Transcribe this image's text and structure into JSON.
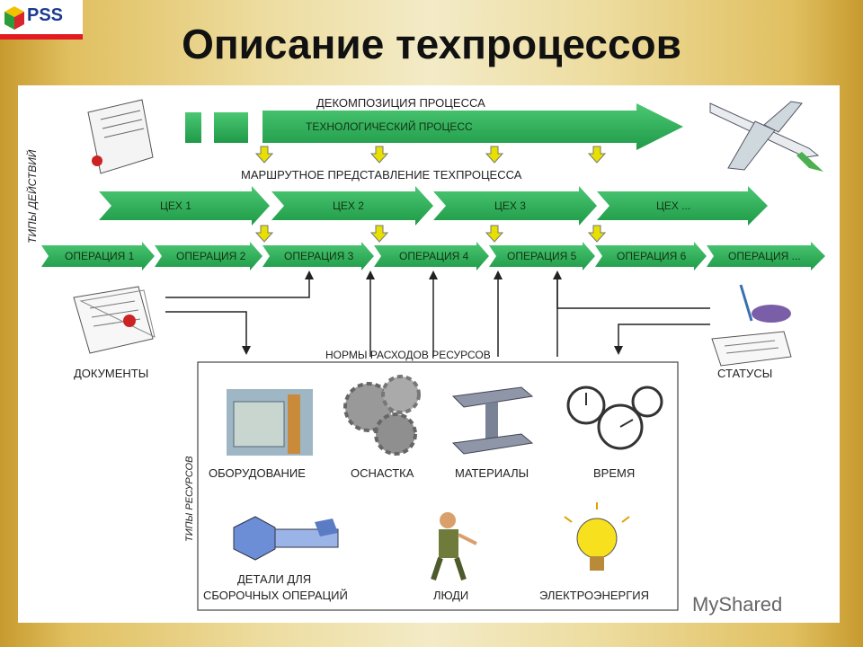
{
  "header": {
    "logo_text": "PSS",
    "title": "Описание техпроцессов"
  },
  "diagram": {
    "decomposition_label": "ДЕКОМПОЗИЦИЯ ПРОЦЕССА",
    "tech_process": "ТЕХНОЛОГИЧЕСКИЙ ПРОЦЕСС",
    "route_label": "МАРШРУТНОЕ ПРЕДСТАВЛЕНИЕ ТЕХПРОЦЕССА",
    "action_types_label": "ТИПЫ ДЕЙСТВИЙ",
    "workshops": [
      "ЦЕХ 1",
      "ЦЕХ 2",
      "ЦЕХ 3",
      "ЦЕХ ..."
    ],
    "operations": [
      "ОПЕРАЦИЯ 1",
      "ОПЕРАЦИЯ 2",
      "ОПЕРАЦИЯ 3",
      "ОПЕРАЦИЯ 4",
      "ОПЕРАЦИЯ 5",
      "ОПЕРАЦИЯ 6",
      "ОПЕРАЦИЯ ..."
    ],
    "documents_label": "ДОКУМЕНТЫ",
    "statuses_label": "СТАТУСЫ",
    "norms_label": "НОРМЫ РАСХОДОВ РЕСУРСОВ",
    "resource_types_label": "ТИПЫ РЕСУРСОВ",
    "resources": [
      "ОБОРУДОВАНИЕ",
      "ОСНАСТКА",
      "МАТЕРИАЛЫ",
      "ВРЕМЯ",
      "ДЕТАЛИ ДЛЯ",
      "СБОРОЧНЫХ ОПЕРАЦИЙ",
      "ЛЮДИ",
      "ЭЛЕКТРОЭНЕРГИЯ"
    ],
    "colors": {
      "arrow": "#2fb35a",
      "arrow_dark": "#1f8a42",
      "down_arrow": "#e8e000"
    }
  },
  "watermark": "MyShared"
}
